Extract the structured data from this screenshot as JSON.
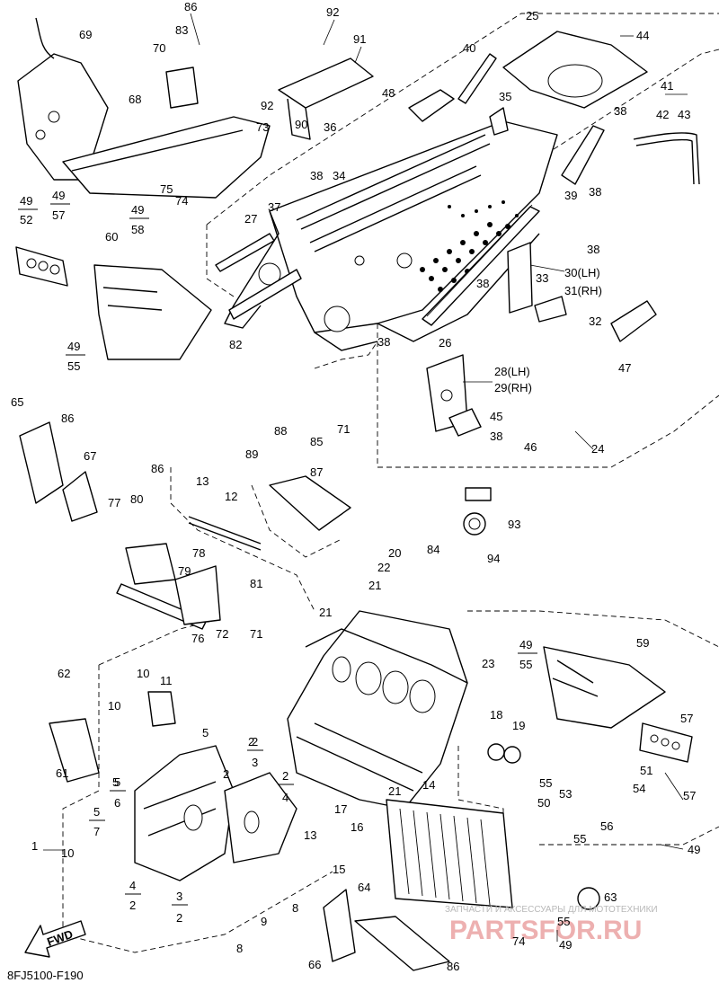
{
  "diagram": {
    "figure_code": "8FJ5100-F190",
    "fwd_label": "FWD",
    "watermark_top": "ЗАПЧАСТИ И АКСЕССУАРЫ ДЛЯ МОТОТЕХНИКИ",
    "watermark_brand": "PARTSFOR.RU",
    "callouts": [
      "1",
      "2",
      "3",
      "4",
      "5",
      "6",
      "7",
      "8",
      "9",
      "10",
      "11",
      "12",
      "13",
      "14",
      "15",
      "16",
      "17",
      "18",
      "19",
      "20",
      "21",
      "22",
      "23",
      "24",
      "25",
      "26",
      "27",
      "28(LH)",
      "29(RH)",
      "30(LH)",
      "31(RH)",
      "32",
      "33",
      "34",
      "35",
      "36",
      "37",
      "38",
      "39",
      "40",
      "41",
      "42",
      "43",
      "44",
      "45",
      "46",
      "47",
      "48",
      "49",
      "50",
      "51",
      "52",
      "53",
      "54",
      "55",
      "56",
      "57",
      "58",
      "59",
      "60",
      "61",
      "62",
      "63",
      "64",
      "65",
      "66",
      "67",
      "68",
      "69",
      "70",
      "71",
      "72",
      "73",
      "74",
      "75",
      "76",
      "77",
      "78",
      "79",
      "80",
      "81",
      "82",
      "83",
      "84",
      "85",
      "86",
      "87",
      "88",
      "89",
      "90",
      "91",
      "92",
      "93",
      "94"
    ],
    "fractions": [
      {
        "top": "49",
        "bottom": "52"
      },
      {
        "top": "49",
        "bottom": "57"
      },
      {
        "top": "49",
        "bottom": "58"
      },
      {
        "top": "49",
        "bottom": "55"
      },
      {
        "top": "49",
        "bottom": "55"
      },
      {
        "top": "5",
        "bottom": "6"
      },
      {
        "top": "5",
        "bottom": "7"
      },
      {
        "top": "4",
        "bottom": "2"
      },
      {
        "top": "3",
        "bottom": "2"
      },
      {
        "top": "2",
        "bottom": "4"
      },
      {
        "top": "2",
        "bottom": "3"
      }
    ]
  }
}
